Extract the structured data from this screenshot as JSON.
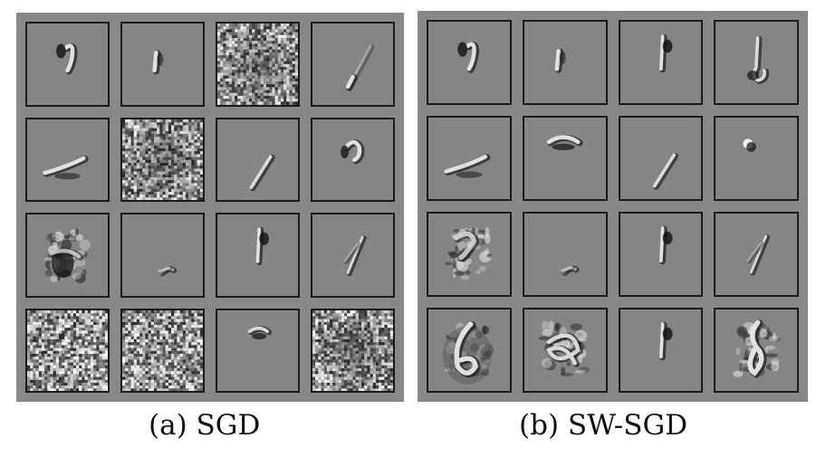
{
  "figure": {
    "panels": [
      {
        "caption": "(a) SGD",
        "tiles": [
          {
            "kind": "stroke",
            "pattern": "arc"
          },
          {
            "kind": "stroke",
            "pattern": "short-vertical"
          },
          {
            "kind": "noise",
            "pattern": "noise-dark-center"
          },
          {
            "kind": "stroke",
            "pattern": "diagonal-faint"
          },
          {
            "kind": "stroke",
            "pattern": "hook-low"
          },
          {
            "kind": "noise",
            "pattern": "noise-dark-center"
          },
          {
            "kind": "stroke",
            "pattern": "diagonal"
          },
          {
            "kind": "stroke",
            "pattern": "curl"
          },
          {
            "kind": "blob",
            "pattern": "smudge"
          },
          {
            "kind": "stroke",
            "pattern": "small-low"
          },
          {
            "kind": "stroke",
            "pattern": "vertical-center"
          },
          {
            "kind": "stroke",
            "pattern": "diagonal-thin"
          },
          {
            "kind": "noise",
            "pattern": "noise-full"
          },
          {
            "kind": "noise",
            "pattern": "noise-full"
          },
          {
            "kind": "stroke",
            "pattern": "small-dash"
          },
          {
            "kind": "noise",
            "pattern": "noise-dark-center"
          }
        ]
      },
      {
        "caption": "(b) SW-SGD",
        "tiles": [
          {
            "kind": "stroke",
            "pattern": "arc"
          },
          {
            "kind": "stroke",
            "pattern": "short-vertical"
          },
          {
            "kind": "stroke",
            "pattern": "vertical-center"
          },
          {
            "kind": "stroke",
            "pattern": "loop-low"
          },
          {
            "kind": "stroke",
            "pattern": "hook-low"
          },
          {
            "kind": "stroke",
            "pattern": "top-curve"
          },
          {
            "kind": "stroke",
            "pattern": "diagonal"
          },
          {
            "kind": "stroke",
            "pattern": "dot"
          },
          {
            "kind": "blob",
            "pattern": "two-shape"
          },
          {
            "kind": "stroke",
            "pattern": "small-low"
          },
          {
            "kind": "stroke",
            "pattern": "vertical-center"
          },
          {
            "kind": "stroke",
            "pattern": "diagonal-thin"
          },
          {
            "kind": "blob",
            "pattern": "six-shape"
          },
          {
            "kind": "blob",
            "pattern": "tangle"
          },
          {
            "kind": "stroke",
            "pattern": "vertical-center"
          },
          {
            "kind": "blob",
            "pattern": "eight-shape"
          }
        ]
      }
    ]
  }
}
